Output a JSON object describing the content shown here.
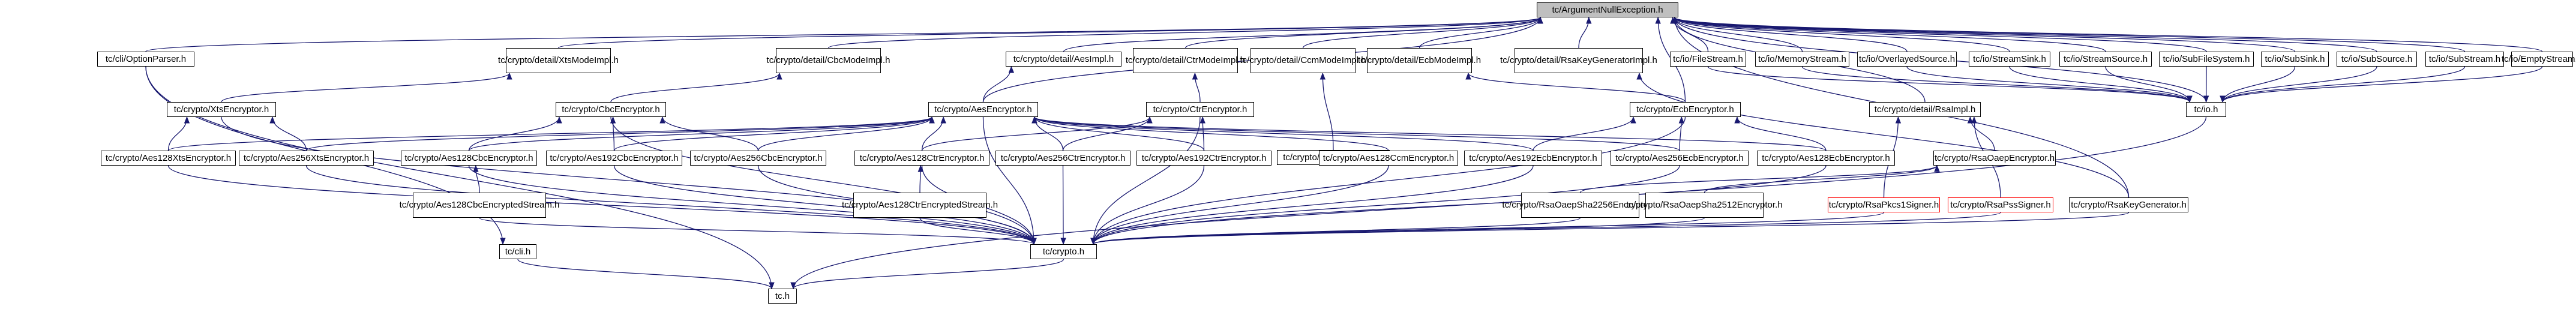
{
  "colors": {
    "edge": "#191970",
    "border": "#000000",
    "highlight_fill": "#bfbfbf",
    "alt_border": "#ff0000"
  },
  "nodes": {
    "argnull": "tc/ArgumentNullException.h",
    "optparser": "tc/cli/OptionParser.h",
    "xtsmode": [
      "tc/crypto/detail/XtsMode",
      "Impl.h"
    ],
    "cbcmode": [
      "tc/crypto/detail/CbcMode",
      "Impl.h"
    ],
    "aesimpl": "tc/crypto/detail/AesImpl.h",
    "ctrmode": [
      "tc/crypto/detail/CtrMode",
      "Impl.h"
    ],
    "ccmmode": [
      "tc/crypto/detail/CcmMode",
      "Impl.h"
    ],
    "ecbmode": [
      "tc/crypto/detail/EcbMode",
      "Impl.h"
    ],
    "rsakeygenimpl": [
      "tc/crypto/detail/RsaKeyGenerator",
      "Impl.h"
    ],
    "filestream": "tc/io/FileStream.h",
    "memstream": "tc/io/MemoryStream.h",
    "overlaysrc": "tc/io/OverlayedSource.h",
    "streamsink": "tc/io/StreamSink.h",
    "streamsrc": "tc/io/StreamSource.h",
    "subfs": "tc/io/SubFileSystem.h",
    "subsink": "tc/io/SubSink.h",
    "subsrc": "tc/io/SubSource.h",
    "substream": "tc/io/SubStream.h",
    "emptystream": "tc/io/EmptyStream.h",
    "xtsenc": "tc/crypto/XtsEncryptor.h",
    "cbcenc": "tc/crypto/CbcEncryptor.h",
    "aesenc": "tc/crypto/AesEncryptor.h",
    "ctrenc": "tc/crypto/CtrEncryptor.h",
    "ccmenc": "tc/crypto/CcmEncryptor.h",
    "ecbenc": "tc/crypto/EcbEncryptor.h",
    "rsaimpl": "tc/crypto/detail/RsaImpl.h",
    "io": "tc/io.h",
    "aes128xts": "tc/crypto/Aes128XtsEncryptor.h",
    "aes256xts": "tc/crypto/Aes256XtsEncryptor.h",
    "aes128cbc": "tc/crypto/Aes128CbcEncryptor.h",
    "aes192cbc": "tc/crypto/Aes192CbcEncryptor.h",
    "aes256cbc": "tc/crypto/Aes256CbcEncryptor.h",
    "aes128ctr": "tc/crypto/Aes128CtrEncryptor.h",
    "aes256ctr": "tc/crypto/Aes256CtrEncryptor.h",
    "aes192ctr": "tc/crypto/Aes192CtrEncryptor.h",
    "aes128ccm": "tc/crypto/Aes128CcmEncryptor.h",
    "aes192ecb": "tc/crypto/Aes192EcbEncryptor.h",
    "aes256ecb": "tc/crypto/Aes256EcbEncryptor.h",
    "aes128ecb": "tc/crypto/Aes128EcbEncryptor.h",
    "rsaoaep": "tc/crypto/RsaOaepEncryptor.h",
    "aes128cbcstream": [
      "tc/crypto/Aes128CbcEncrypted",
      "Stream.h"
    ],
    "aes128ctrstream": [
      "tc/crypto/Aes128CtrEncrypted",
      "Stream.h"
    ],
    "oaep256": [
      "tc/crypto/RsaOaepSha2256",
      "Encryptor.h"
    ],
    "oaep512": [
      "tc/crypto/RsaOaepSha2512",
      "Encryptor.h"
    ],
    "pkcs1": "tc/crypto/RsaPkcs1Signer.h",
    "pss": "tc/crypto/RsaPssSigner.h",
    "rsakeygen": "tc/crypto/RsaKeyGenerator.h",
    "crypto": "tc/crypto.h",
    "cli": "tc/cli.h",
    "tc": "tc.h"
  }
}
